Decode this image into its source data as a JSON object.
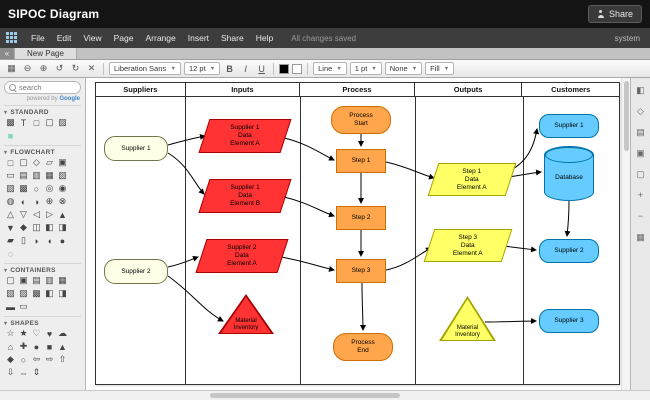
{
  "window": {
    "title": "SIPOC Diagram",
    "share_label": "Share",
    "user": "system",
    "status": "All changes saved"
  },
  "menubar": {
    "items": [
      "File",
      "Edit",
      "View",
      "Page",
      "Arrange",
      "Insert",
      "Share",
      "Help"
    ]
  },
  "tabbar": {
    "toggle_glyph": "«",
    "active_tab": "New Page"
  },
  "toolbar": {
    "icons": {
      "pages": "▦",
      "zoom_out": "⊖",
      "zoom_in": "⊕",
      "undo": "↺",
      "redo": "↻",
      "delete": "✕",
      "bold": "B",
      "italic": "I",
      "underline": "U"
    },
    "font_family": "Liberation Sans",
    "font_size": "12 pt",
    "line_label": "Line",
    "line_width": "1 pt",
    "arrow_style": "None",
    "fill_label": "Fill"
  },
  "palette": {
    "search_placeholder": "search",
    "powered_by": "powered by",
    "brand": "Google",
    "sections": [
      {
        "label": "STANDARD",
        "shapes": [
          {
            "name": "note",
            "glyph": "▩"
          },
          {
            "name": "text",
            "glyph": "T"
          },
          {
            "name": "rectangle",
            "glyph": "□"
          },
          {
            "name": "rounded-rectangle",
            "glyph": "▢"
          },
          {
            "name": "shaded-box",
            "glyph": "▨"
          },
          {
            "name": "filled-box",
            "glyph": "■",
            "color": "#7FD4BE"
          }
        ]
      },
      {
        "label": "FLOWCHART",
        "shapes": [
          {
            "name": "process",
            "glyph": "□"
          },
          {
            "name": "rounded-process",
            "glyph": "▢"
          },
          {
            "name": "decision",
            "glyph": "◇"
          },
          {
            "name": "data",
            "glyph": "▱"
          },
          {
            "name": "predefined-process",
            "glyph": "▣"
          },
          {
            "name": "terminator",
            "glyph": "▭"
          },
          {
            "name": "document",
            "glyph": "▤"
          },
          {
            "name": "multi-document",
            "glyph": "▥"
          },
          {
            "name": "internal-storage",
            "glyph": "▦"
          },
          {
            "name": "card",
            "glyph": "▧"
          },
          {
            "name": "punched-tape",
            "glyph": "▨"
          },
          {
            "name": "stored-data",
            "glyph": "▩"
          },
          {
            "name": "connector",
            "glyph": "○"
          },
          {
            "name": "or-junction",
            "glyph": "◎"
          },
          {
            "name": "direct-access",
            "glyph": "◉"
          },
          {
            "name": "magnetic-disk",
            "glyph": "◍"
          },
          {
            "name": "display",
            "glyph": "◐"
          },
          {
            "name": "delay",
            "glyph": "◑"
          },
          {
            "name": "summing-junction",
            "glyph": "⊕"
          },
          {
            "name": "cross-junction",
            "glyph": "⊗"
          },
          {
            "name": "extract",
            "glyph": "△"
          },
          {
            "name": "merge",
            "glyph": "▽"
          },
          {
            "name": "merge-left",
            "glyph": "◁"
          },
          {
            "name": "transfer",
            "glyph": "▷"
          },
          {
            "name": "sort-up",
            "glyph": "▲"
          },
          {
            "name": "sort-down",
            "glyph": "▼"
          },
          {
            "name": "decision-alt",
            "glyph": "◆"
          },
          {
            "name": "divided-process",
            "glyph": "◫"
          },
          {
            "name": "half-left",
            "glyph": "◧"
          },
          {
            "name": "half-right",
            "glyph": "◨"
          },
          {
            "name": "manual-input",
            "glyph": "▰"
          },
          {
            "name": "vertical-box",
            "glyph": "▯"
          },
          {
            "name": "curve-right",
            "glyph": "◗"
          },
          {
            "name": "curve-left",
            "glyph": "◖"
          },
          {
            "name": "start-end",
            "glyph": "●"
          },
          {
            "name": "reference",
            "glyph": "◌"
          }
        ]
      },
      {
        "label": "CONTAINERS",
        "shapes": [
          {
            "name": "container",
            "glyph": "▢"
          },
          {
            "name": "titled-container",
            "glyph": "▣"
          },
          {
            "name": "horizontal-pool",
            "glyph": "▤"
          },
          {
            "name": "vertical-pool",
            "glyph": "▥"
          },
          {
            "name": "grid-container",
            "glyph": "▦"
          },
          {
            "name": "hatched-container",
            "glyph": "▧"
          },
          {
            "name": "cross-container",
            "glyph": "▨"
          },
          {
            "name": "filled-container",
            "glyph": "▩"
          },
          {
            "name": "left-panel",
            "glyph": "◧"
          },
          {
            "name": "right-panel",
            "glyph": "◨"
          },
          {
            "name": "horizontal-bar",
            "glyph": "▬"
          },
          {
            "name": "wide-container",
            "glyph": "▭"
          }
        ]
      },
      {
        "label": "SHAPES",
        "shapes": [
          {
            "name": "star-outline",
            "glyph": "☆"
          },
          {
            "name": "star",
            "glyph": "★"
          },
          {
            "name": "heart-outline",
            "glyph": "♡"
          },
          {
            "name": "heart",
            "glyph": "♥"
          },
          {
            "name": "cloud",
            "glyph": "☁"
          },
          {
            "name": "home",
            "glyph": "⌂"
          },
          {
            "name": "plus",
            "glyph": "✚"
          },
          {
            "name": "circle-filled",
            "glyph": "●"
          },
          {
            "name": "square-filled",
            "glyph": "■"
          },
          {
            "name": "triangle-filled",
            "glyph": "▲"
          },
          {
            "name": "diamond-filled",
            "glyph": "◆"
          },
          {
            "name": "circle",
            "glyph": "○"
          },
          {
            "name": "arrow-left",
            "glyph": "⇦"
          },
          {
            "name": "arrow-right",
            "glyph": "⇨"
          },
          {
            "name": "arrow-up",
            "glyph": "⇧"
          },
          {
            "name": "arrow-down",
            "glyph": "⇩"
          },
          {
            "name": "arrow-horizontal",
            "glyph": "⇔"
          },
          {
            "name": "arrow-vertical",
            "glyph": "⇕"
          }
        ]
      }
    ]
  },
  "rightbar": {
    "items": [
      {
        "name": "format-panel",
        "glyph": "◧"
      },
      {
        "name": "outline",
        "glyph": "◇"
      },
      {
        "name": "layers",
        "glyph": "▤"
      },
      {
        "name": "comments",
        "glyph": "▣"
      },
      {
        "name": "fit-page",
        "glyph": "▢"
      },
      {
        "name": "zoom-in",
        "glyph": "+"
      },
      {
        "name": "zoom-out",
        "glyph": "−"
      },
      {
        "name": "grid",
        "glyph": "▦"
      }
    ]
  },
  "diagram": {
    "lanes": [
      "Suppliers",
      "Inputs",
      "Process",
      "Outputs",
      "Customers"
    ],
    "nodes": {
      "supplier1": "Supplier 1",
      "supplier2": "Supplier 2",
      "input_a": "Supplier 1\nData\nElement A",
      "input_b": "Supplier 1\nData\nElement B",
      "input_c": "Supplier 2\nData\nElement A",
      "input_material": "Material\nInventory",
      "process_start": "Process\nStart",
      "step1": "Step 1",
      "step2": "Step 2",
      "step3": "Step 3",
      "process_end": "Process\nEnd",
      "output_a": "Step 1\nData\nElement A",
      "output_b": "Step 3\nData\nElement A",
      "output_material": "Material\nInventory",
      "customer1": "Supplier 1",
      "database": "Database",
      "customer2": "Supplier 2",
      "customer3": "Supplier 3"
    },
    "colors": {
      "supplier-fill": "#FFFFE8",
      "supplier-stroke": "#73734D",
      "input-fill": "#FF3333",
      "input-stroke": "#A80000",
      "process-fill": "#FFA64D",
      "process-stroke": "#CC6E00",
      "output-fill": "#FFFF66",
      "output-stroke": "#A3A300",
      "customer-fill": "#66CCFF",
      "customer-stroke": "#0073A8"
    }
  }
}
